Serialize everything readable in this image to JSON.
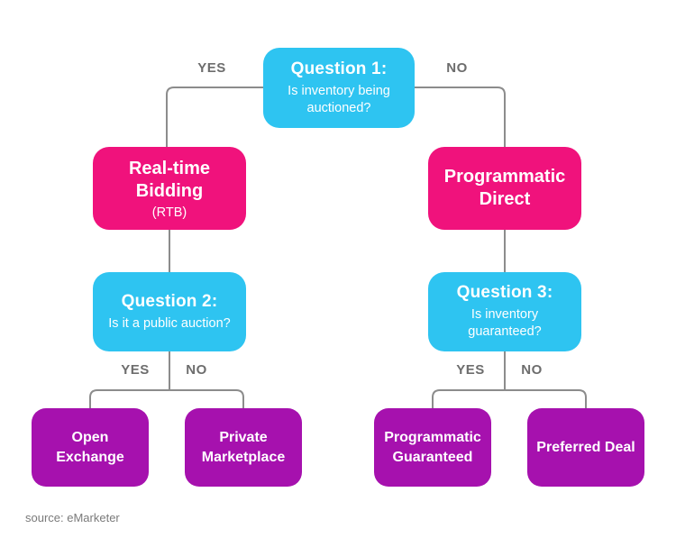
{
  "diagram": {
    "title_hint": "Programmatic advertising decision tree",
    "labels": {
      "yes": "YES",
      "no": "NO"
    },
    "nodes": {
      "q1": {
        "title": "Question 1:",
        "subtitle": "Is inventory being auctioned?"
      },
      "rtb": {
        "title": "Real-time Bidding",
        "subtitle": "(RTB)"
      },
      "programmatic_direct": {
        "title": "Programmatic Direct"
      },
      "q2": {
        "title": "Question 2:",
        "subtitle": "Is it a public auction?"
      },
      "q3": {
        "title": "Question 3:",
        "subtitle": "Is inventory guaranteed?"
      },
      "open_exchange": {
        "label": "Open Exchange"
      },
      "private_marketplace": {
        "label": "Private Marketplace"
      },
      "programmatic_guaranteed": {
        "label": "Programmatic Guaranteed"
      },
      "preferred_deal": {
        "label": "Preferred Deal"
      }
    },
    "source": "source: eMarketer",
    "colors": {
      "question_box": "#2ec4f1",
      "branch_box": "#f0127c",
      "leaf_box": "#a611ae",
      "connector_line": "#8c8c8c",
      "edge_label_text": "#6d6d6d",
      "box_text": "#ffffff",
      "background": "#ffffff"
    }
  }
}
